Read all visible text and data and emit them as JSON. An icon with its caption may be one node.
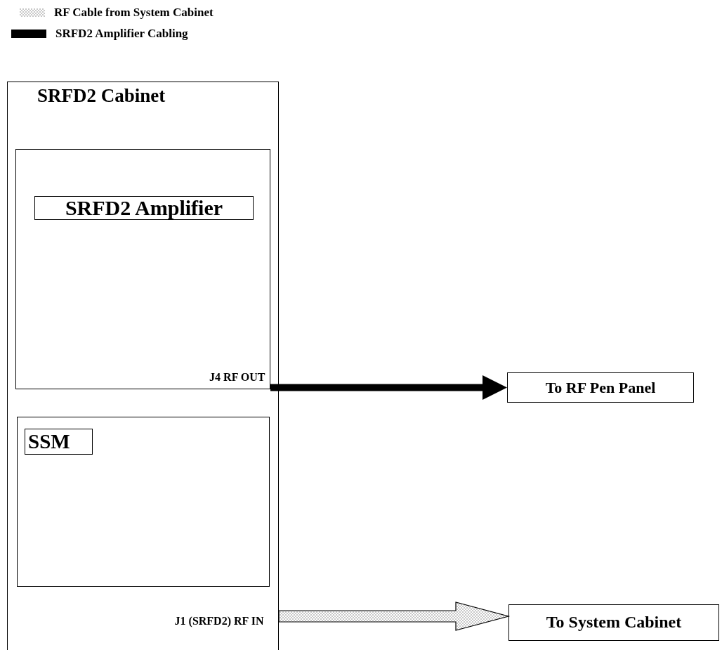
{
  "diagram": {
    "nodes": [
      {
        "text": [
          "SRFD2 Cabinet"
        ]
      },
      {
        "text": [
          "J4 RF OUT"
        ],
        "in": 0
      },
      {
        "text": [
          "SRFD2 Amplifier"
        ],
        "in": 1
      },
      {
        "text": [],
        "shape": "box",
        "in": 0
      },
      {
        "text": [
          "SSM"
        ],
        "in": 3
      },
      {
        "text": [
          "J1 (SRFD2) RF IN"
        ],
        "in": 0
      },
      {
        "text": [
          "To RF Pen Panel"
        ]
      },
      {
        "text": [
          "To System Cabinet"
        ]
      }
    ],
    "edges": [
      {
        "from": 1,
        "to": 6,
        "arrow": "to"
      },
      {
        "from": 5,
        "to": 7,
        "arrow": "to",
        "style": "thick",
        "color": "#c8c8c8"
      }
    ],
    "legend": [
      {
        "text": "RF Cable from System Cabinet",
        "color": "#c8c8c8"
      },
      {
        "text": "SRFD2 Amplifier Cabling",
        "color": "#000000"
      }
    ]
  }
}
